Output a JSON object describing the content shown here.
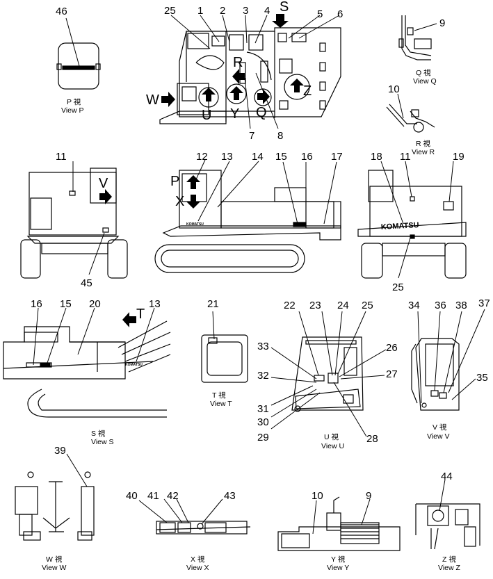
{
  "views": [
    {
      "id": "P",
      "ja": "P 視",
      "en": "View P"
    },
    {
      "id": "Q",
      "ja": "Q 視",
      "en": "View Q"
    },
    {
      "id": "R",
      "ja": "R 視",
      "en": "View R"
    },
    {
      "id": "S",
      "ja": "S 視",
      "en": "View S"
    },
    {
      "id": "T",
      "ja": "T 視",
      "en": "View T"
    },
    {
      "id": "U",
      "ja": "U 視",
      "en": "View U"
    },
    {
      "id": "V",
      "ja": "V 視",
      "en": "View V"
    },
    {
      "id": "W",
      "ja": "W 視",
      "en": "View W"
    },
    {
      "id": "X",
      "ja": "X 視",
      "en": "View X"
    },
    {
      "id": "Y",
      "ja": "Y 視",
      "en": "View Y"
    },
    {
      "id": "Z",
      "ja": "Z 視",
      "en": "View Z"
    }
  ],
  "callouts": [
    {
      "key": "c46",
      "text": "46"
    },
    {
      "key": "c25a",
      "text": "25"
    },
    {
      "key": "c1",
      "text": "1"
    },
    {
      "key": "c2",
      "text": "2"
    },
    {
      "key": "c3",
      "text": "3"
    },
    {
      "key": "c4",
      "text": "4"
    },
    {
      "key": "c5",
      "text": "5"
    },
    {
      "key": "c6",
      "text": "6"
    },
    {
      "key": "c7",
      "text": "7"
    },
    {
      "key": "c8",
      "text": "8"
    },
    {
      "key": "c9a",
      "text": "9"
    },
    {
      "key": "c10a",
      "text": "10"
    },
    {
      "key": "c11a",
      "text": "11"
    },
    {
      "key": "c45",
      "text": "45"
    },
    {
      "key": "c12",
      "text": "12"
    },
    {
      "key": "c13a",
      "text": "13"
    },
    {
      "key": "c14",
      "text": "14"
    },
    {
      "key": "c15a",
      "text": "15"
    },
    {
      "key": "c16a",
      "text": "16"
    },
    {
      "key": "c17",
      "text": "17"
    },
    {
      "key": "c18",
      "text": "18"
    },
    {
      "key": "c11b",
      "text": "11"
    },
    {
      "key": "c19",
      "text": "19"
    },
    {
      "key": "c25b",
      "text": "25"
    },
    {
      "key": "c16b",
      "text": "16"
    },
    {
      "key": "c15b",
      "text": "15"
    },
    {
      "key": "c20",
      "text": "20"
    },
    {
      "key": "c13b",
      "text": "13"
    },
    {
      "key": "c21",
      "text": "21"
    },
    {
      "key": "c22",
      "text": "22"
    },
    {
      "key": "c23",
      "text": "23"
    },
    {
      "key": "c24",
      "text": "24"
    },
    {
      "key": "c25c",
      "text": "25"
    },
    {
      "key": "c26",
      "text": "26"
    },
    {
      "key": "c27",
      "text": "27"
    },
    {
      "key": "c28",
      "text": "28"
    },
    {
      "key": "c29",
      "text": "29"
    },
    {
      "key": "c30",
      "text": "30"
    },
    {
      "key": "c31",
      "text": "31"
    },
    {
      "key": "c32",
      "text": "32"
    },
    {
      "key": "c33",
      "text": "33"
    },
    {
      "key": "c34",
      "text": "34"
    },
    {
      "key": "c35",
      "text": "35"
    },
    {
      "key": "c36",
      "text": "36"
    },
    {
      "key": "c37",
      "text": "37"
    },
    {
      "key": "c38",
      "text": "38"
    },
    {
      "key": "c39",
      "text": "39"
    },
    {
      "key": "c40",
      "text": "40"
    },
    {
      "key": "c41",
      "text": "41"
    },
    {
      "key": "c42",
      "text": "42"
    },
    {
      "key": "c43",
      "text": "43"
    },
    {
      "key": "c10b",
      "text": "10"
    },
    {
      "key": "c9b",
      "text": "9"
    },
    {
      "key": "c44",
      "text": "44"
    }
  ],
  "arrow_labels": {
    "S": "S",
    "W": "W",
    "U": "U",
    "Y": "Y",
    "Q": "Q",
    "R": "R",
    "Z": "Z",
    "V": "V",
    "P": "P",
    "X": "X",
    "T": "T"
  },
  "brand": "KOMATSU"
}
